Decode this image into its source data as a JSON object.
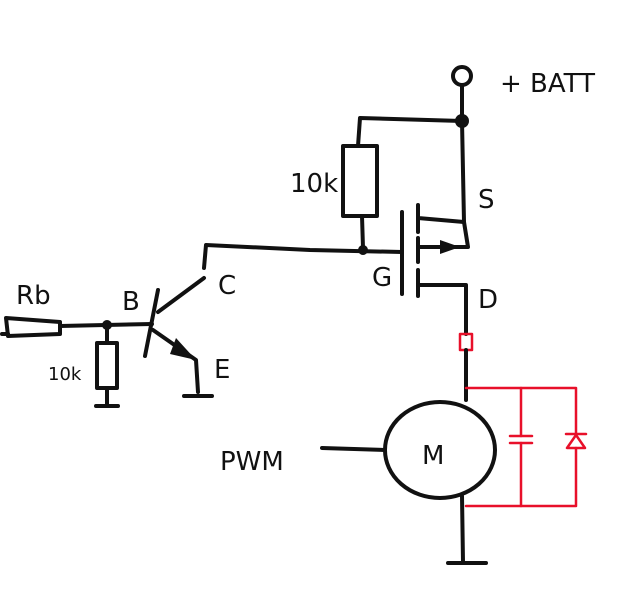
{
  "labels": {
    "battery": "+ BATT",
    "source": "S",
    "drain": "D",
    "gate": "G",
    "collector": "C",
    "emitter": "E",
    "base": "B",
    "base_resistor": "Rb",
    "pullup_resistor": "10k",
    "pulldown_resistor": "10k",
    "pwm": "PWM",
    "motor": "M"
  },
  "colors": {
    "ink": "#111111",
    "annotation": "#e8102a"
  }
}
